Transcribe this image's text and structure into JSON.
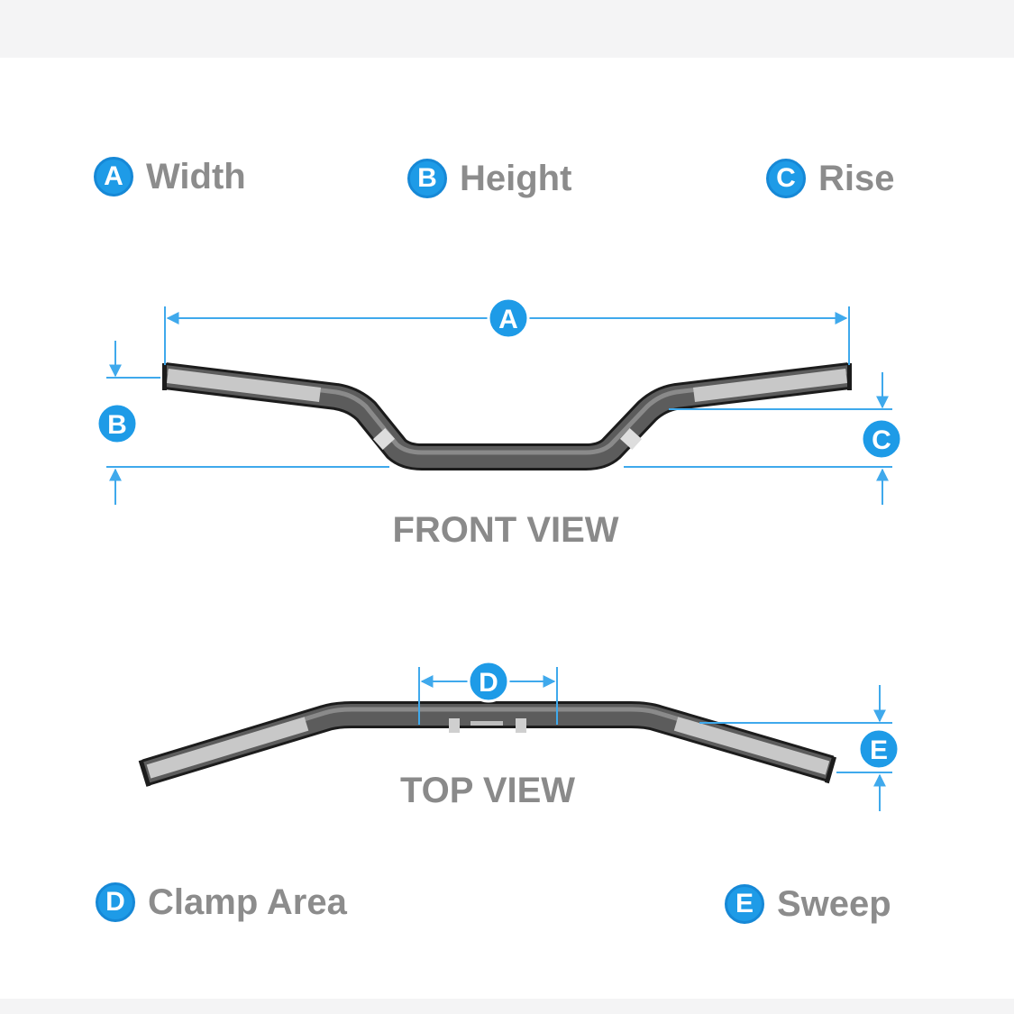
{
  "legend": {
    "a": {
      "letter": "A",
      "label": "Width"
    },
    "b": {
      "letter": "B",
      "label": "Height"
    },
    "c": {
      "letter": "C",
      "label": "Rise"
    },
    "d": {
      "letter": "D",
      "label": "Clamp Area"
    },
    "e": {
      "letter": "E",
      "label": "Sweep"
    }
  },
  "front_view": {
    "title": "FRONT VIEW"
  },
  "top_view": {
    "title": "TOP VIEW"
  },
  "colors": {
    "accent": "#1e9be7",
    "dimension_line": "#3fa9ec",
    "label_gray": "#8c8c8c",
    "bar_dark": "#555555"
  }
}
